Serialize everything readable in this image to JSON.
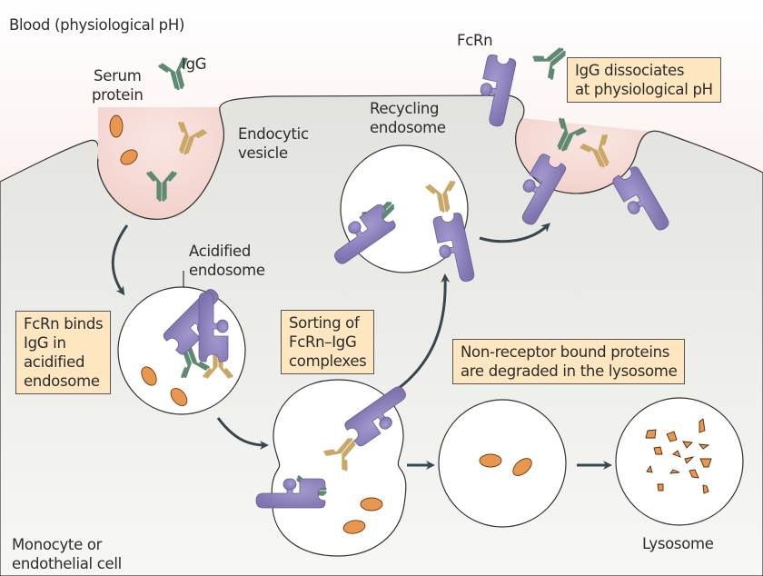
{
  "diagram": {
    "title_region": "Blood (physiological pH)",
    "cell_label": "Monocyte or\nendothelial cell",
    "labels": {
      "serum_protein": "Serum\nprotein",
      "igg": "IgG",
      "fcrn": "FcRn",
      "endocytic_vesicle": "Endocytic\nvesicle",
      "recycling_endosome": "Recycling\nendosome",
      "acidified_endosome": "Acidified\nendosome",
      "lysosome": "Lysosome"
    },
    "callouts": {
      "dissociates": "IgG dissociates\nat physiological pH",
      "binds": "FcRn binds\nIgG in\nacidified\nendosome",
      "sorting": "Sorting of\nFcRn–IgG\ncomplexes",
      "degraded": "Non-receptor bound proteins\nare degraded in the lysosome"
    },
    "colors": {
      "blood_top": "#ffffff",
      "blood_bottom": "#f5d7d2",
      "cytoplasm": "#e6e7e2",
      "vesicle_fill": "#f6dcd6",
      "compartment_fill": "#ffffff",
      "fcrn": "#8c80b8",
      "igg_green": "#8fb8a0",
      "igg_yellow": "#ecc98e",
      "protein": "#e9964e",
      "callout_bg": "#fde6c0",
      "arrow": "#37474f"
    }
  }
}
